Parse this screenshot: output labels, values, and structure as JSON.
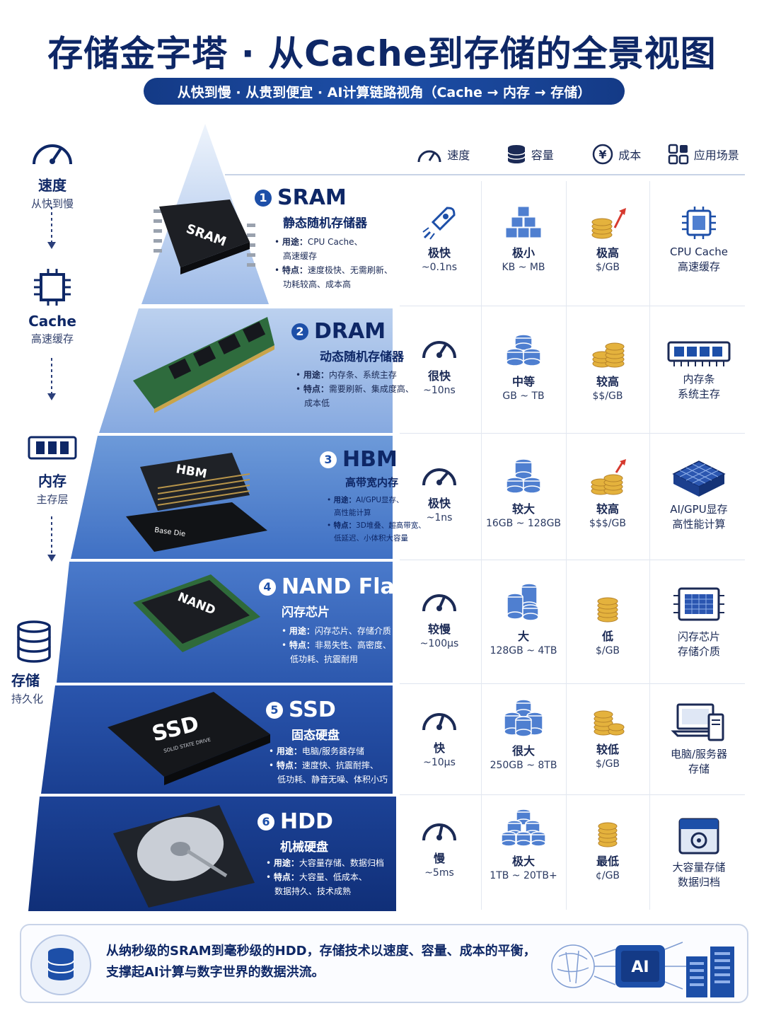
{
  "title": "存储金字塔 · 从Cache到存储的全景视图",
  "subtitle": "从快到慢 · 从贵到便宜 · AI计算链路视角（Cache → 内存 → 存储）",
  "rail": [
    {
      "title": "速度",
      "sub": "从快到慢",
      "icon": "speedometer-icon"
    },
    {
      "title": "Cache",
      "sub": "高速缓存",
      "icon": "chip-icon"
    },
    {
      "title": "内存",
      "sub": "主存层",
      "icon": "ram-icon"
    },
    {
      "title": "存储",
      "sub": "持久化",
      "icon": "database-icon"
    }
  ],
  "columns": [
    "速度",
    "容量",
    "成本",
    "应用场景"
  ],
  "tiers": [
    {
      "num": "1",
      "name": "SRAM",
      "cn": "静态随机存储器",
      "chip_label": "SRAM",
      "use_label": "用途：",
      "use": "CPU Cache、",
      "use2": "高速缓存",
      "feat_label": "特点：",
      "feat": "速度极快、无需刷新、",
      "feat2": "功耗较高、成本高",
      "speed_level": "极快",
      "speed_value": "~0.1ns",
      "cap_level": "极小",
      "cap_value": "KB ~ MB",
      "cost_level": "极高",
      "cost_value": "$/GB",
      "app1": "CPU Cache",
      "app2": "高速缓存"
    },
    {
      "num": "2",
      "name": "DRAM",
      "cn": "动态随机存储器",
      "chip_label": "",
      "use_label": "用途：",
      "use": "内存条、系统主存",
      "use2": "",
      "feat_label": "特点：",
      "feat": "需要刷新、集成度高、",
      "feat2": "成本低",
      "speed_level": "很快",
      "speed_value": "~10ns",
      "cap_level": "中等",
      "cap_value": "GB ~ TB",
      "cost_level": "较高",
      "cost_value": "$$/GB",
      "app1": "内存条",
      "app2": "系统主存"
    },
    {
      "num": "3",
      "name": "HBM",
      "cn": "高带宽内存",
      "chip_label": "HBM",
      "chip_sub": "Base Die",
      "use_label": "用途：",
      "use": "AI/GPU显存、",
      "use2": "高性能计算",
      "feat_label": "特点：",
      "feat": "3D堆叠、超高带宽、",
      "feat2": "低延迟、小体积大容量",
      "speed_level": "极快",
      "speed_value": "~1ns",
      "cap_level": "较大",
      "cap_value": "16GB ~ 128GB",
      "cost_level": "较高",
      "cost_value": "$$$/GB",
      "app1": "AI/GPU显存",
      "app2": "高性能计算"
    },
    {
      "num": "4",
      "name": "NAND Flash",
      "cn": "闪存芯片",
      "chip_label": "NAND",
      "use_label": "用途：",
      "use": "闪存芯片、存储介质",
      "use2": "",
      "feat_label": "特点：",
      "feat": "非易失性、高密度、",
      "feat2": "低功耗、抗震耐用",
      "speed_level": "较慢",
      "speed_value": "~100μs",
      "cap_level": "大",
      "cap_value": "128GB ~ 4TB",
      "cost_level": "低",
      "cost_value": "$/GB",
      "app1": "闪存芯片",
      "app2": "存储介质"
    },
    {
      "num": "5",
      "name": "SSD",
      "cn": "固态硬盘",
      "chip_label": "SSD",
      "chip_sub": "SOLID STATE DRIVE",
      "use_label": "用途：",
      "use": "电脑/服务器存储",
      "use2": "",
      "feat_label": "特点：",
      "feat": "速度快、抗震耐摔、",
      "feat2": "低功耗、静音无噪、体积小巧",
      "speed_level": "快",
      "speed_value": "~10μs",
      "cap_level": "很大",
      "cap_value": "250GB ~ 8TB",
      "cost_level": "较低",
      "cost_value": "$/GB",
      "app1": "电脑/服务器",
      "app2": "存储"
    },
    {
      "num": "6",
      "name": "HDD",
      "cn": "机械硬盘",
      "chip_label": "",
      "use_label": "用途：",
      "use": "大容量存储、数据归档",
      "use2": "",
      "feat_label": "特点：",
      "feat": "大容量、低成本、",
      "feat2": "数据持久、技术成熟",
      "speed_level": "慢",
      "speed_value": "~5ms",
      "cap_level": "极大",
      "cap_value": "1TB ~ 20TB+",
      "cost_level": "最低",
      "cost_value": "¢/GB",
      "app1": "大容量存储",
      "app2": "数据归档"
    }
  ],
  "footer": {
    "line1": "从纳秒级的SRAM到毫秒级的HDD，存储技术以速度、容量、成本的平衡，",
    "line2": "支撑起AI计算与数字世界的数据洪流。",
    "ai_badge": "AI"
  },
  "colors": {
    "title": "#0e2766",
    "pill": "#1d4fa8",
    "tier_bg": [
      "#b6cdee",
      "#a9c3ea",
      "#5e8fd6",
      "#3c6fc7",
      "#1f4aa0",
      "#173c8f"
    ]
  }
}
